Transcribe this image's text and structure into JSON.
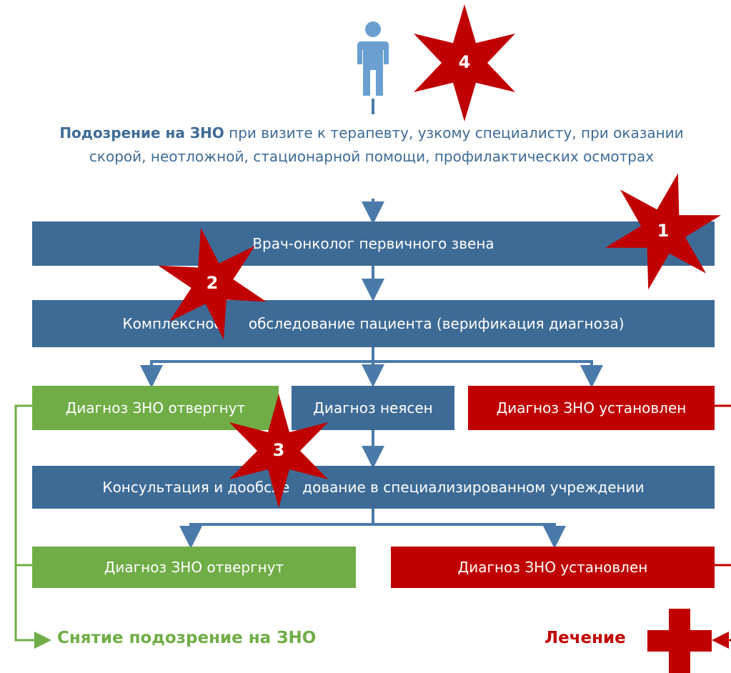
{
  "intro": {
    "highlight": "Подозрение на ЗНО",
    "text": " при визите к терапевту, узкому специалисту, при оказании скорой, неотложной, стационарной помощи, профилактических осмотрах"
  },
  "boxes": {
    "primary_oncologist": "Врач-онколог первичного звена",
    "exam_left": "Комплексное",
    "exam_right": "обследование пациента (верификация диагноза)",
    "rejected_1": "Диагноз ЗНО отвергнут",
    "unclear": "Диагноз неясен",
    "established_1": "Диагноз ЗНО установлен",
    "consult_left": "Консультация и дообсле",
    "consult_right": "дование в специализированном учреждении",
    "rejected_2": "Диагноз ЗНО отвергнут",
    "established_2": "Диагноз ЗНО установлен"
  },
  "outcomes": {
    "suspicion_removed": "Снятие подозрение на ЗНО",
    "treatment": "Лечение"
  },
  "stars": {
    "s1": "1",
    "s2": "2",
    "s3": "3",
    "s4": "4"
  },
  "colors": {
    "blue": "#3e6b96",
    "green": "#70ad47",
    "red": "#c00000",
    "arrow": "#4a7aaa",
    "star": "#c00000"
  }
}
